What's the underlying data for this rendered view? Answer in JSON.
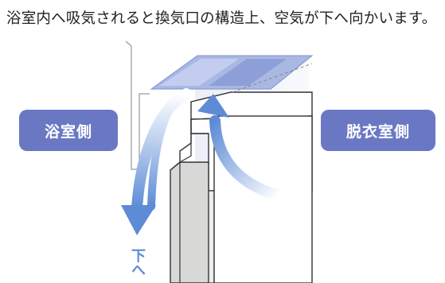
{
  "caption": "浴室内へ吸気されると換気口の構造上、空気が下へ向かいます。",
  "labels": {
    "bathroom_side": "浴室側",
    "dressing_side": "脱衣室側",
    "down": "下へ"
  },
  "colors": {
    "badge": "#6a78c4",
    "arrow": "#5d8bd6",
    "vent_top": "#9fb1e0",
    "wall_bg": "#eef0f8"
  }
}
